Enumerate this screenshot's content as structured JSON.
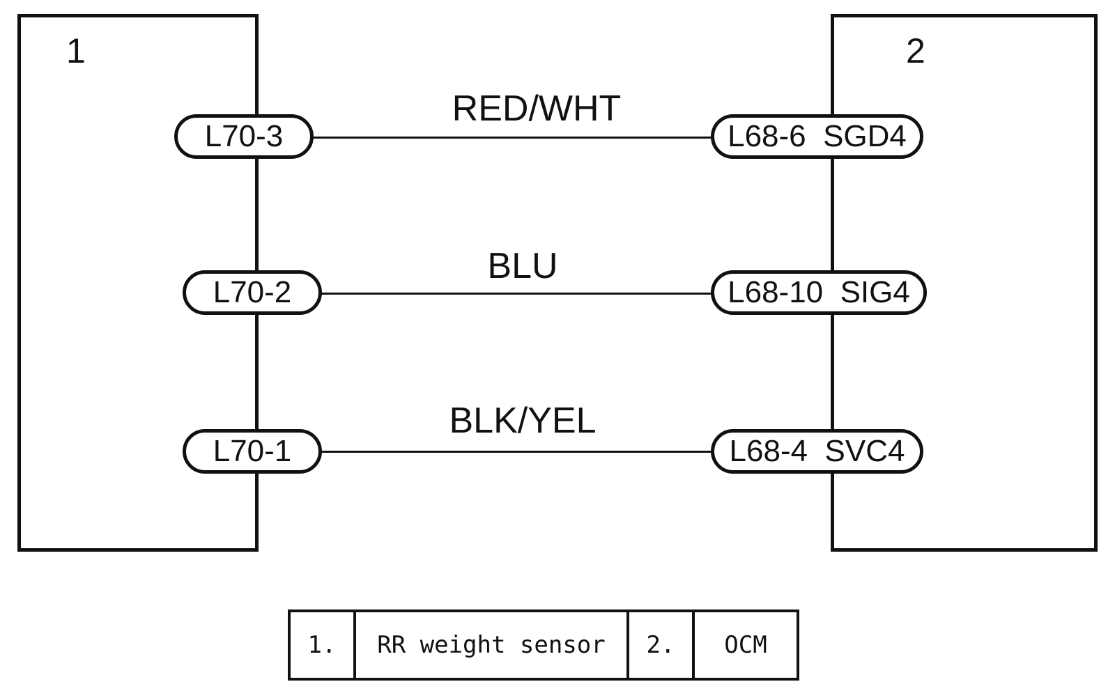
{
  "components": [
    {
      "number": "1"
    },
    {
      "number": "2"
    }
  ],
  "wires": [
    {
      "color": "RED/WHT",
      "left_pin": "L70-3",
      "right_pin": "L68-6  SGD4"
    },
    {
      "color": "BLU",
      "left_pin": "L70-2",
      "right_pin": "L68-10  SIG4"
    },
    {
      "color": "BLK/YEL",
      "left_pin": "L70-1",
      "right_pin": "L68-4  SVC4"
    }
  ],
  "legend": [
    {
      "num": "1.",
      "name": "RR weight sensor"
    },
    {
      "num": "2.",
      "name": "OCM"
    }
  ]
}
